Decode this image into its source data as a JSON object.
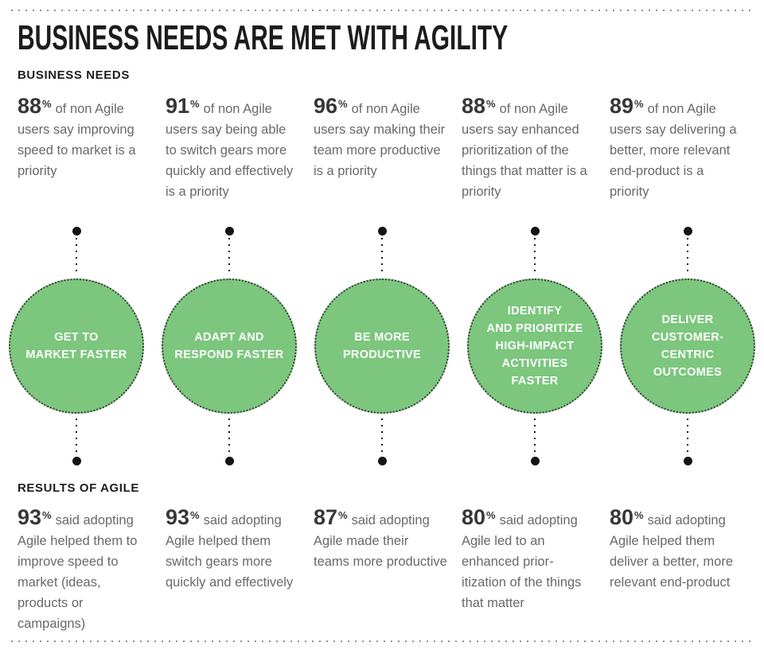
{
  "page": {
    "title": "BUSINESS NEEDS ARE MET WITH AGILITY",
    "accent_green": "#7cc67e"
  },
  "business_needs": {
    "heading": "BUSINESS NEEDS",
    "items": [
      {
        "value": "88",
        "unit": "%",
        "text": "of non Agile users say improving speed to market is a priority"
      },
      {
        "value": "91",
        "unit": "%",
        "text": "of non Agile users say being able to switch gears more quickly and effectively is a priority"
      },
      {
        "value": "96",
        "unit": "%",
        "text": "of non Agile users say making their team more productive is a priority"
      },
      {
        "value": "88",
        "unit": "%",
        "text": "of non Agile users say enhanced prioritization of the things that matter is a priority"
      },
      {
        "value": "89",
        "unit": "%",
        "text": "of non Agile users say delivering a better, more relevant end-product is a priority"
      }
    ]
  },
  "circles": {
    "items": [
      {
        "lines": [
          "GET TO",
          "MARKET FASTER"
        ]
      },
      {
        "lines": [
          "ADAPT AND",
          "RESPOND FASTER"
        ]
      },
      {
        "lines": [
          "BE MORE",
          "PRODUCTIVE"
        ]
      },
      {
        "lines": [
          "IDENTIFY",
          "AND PRIORITIZE",
          "HIGH-IMPACT",
          "ACTIVITIES",
          "FASTER"
        ]
      },
      {
        "lines": [
          "DELIVER",
          "CUSTOMER-",
          "CENTRIC",
          "OUTCOMES"
        ]
      }
    ]
  },
  "results_of_agile": {
    "heading": "RESULTS OF AGILE",
    "items": [
      {
        "value": "93",
        "unit": "%",
        "text": "said adopting Agile helped them to improve speed to market (ideas, products or campaigns)"
      },
      {
        "value": "93",
        "unit": "%",
        "text": "said adopting Agile helped them switch gears more quickly and effectively"
      },
      {
        "value": "87",
        "unit": "%",
        "text": "said adopting Agile made their teams more productive"
      },
      {
        "value": "80",
        "unit": "%",
        "text": "said adopting Agile led to an enhanced prior-itization of the things that matter"
      },
      {
        "value": "80",
        "unit": "%",
        "text": "said adopting Agile helped them deliver a better, more relevant end-product"
      }
    ]
  }
}
